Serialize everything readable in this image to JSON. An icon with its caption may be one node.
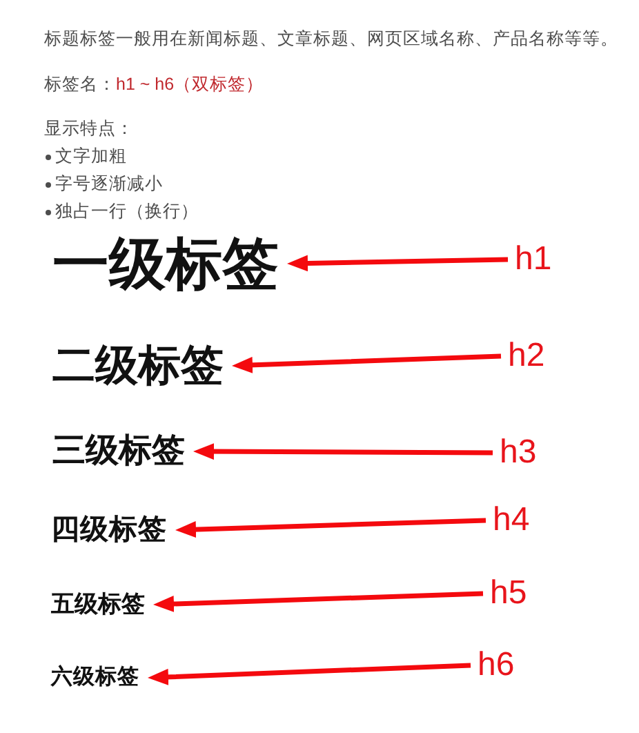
{
  "diagram": {
    "nodes": [
      {
        "text": [
          "一级标签"
        ]
      },
      {
        "text": [
          "h1"
        ]
      },
      {
        "text": [
          "二级标签"
        ]
      },
      {
        "text": [
          "h2"
        ]
      },
      {
        "text": [
          "三级标签"
        ]
      },
      {
        "text": [
          "h3"
        ]
      },
      {
        "text": [
          "四级标签"
        ]
      },
      {
        "text": [
          "h4"
        ]
      },
      {
        "text": [
          "五级标签"
        ]
      },
      {
        "text": [
          "h5"
        ]
      },
      {
        "text": [
          "六级标签"
        ]
      },
      {
        "text": [
          "h6"
        ]
      }
    ],
    "edges": [
      {
        "from": 1,
        "to": 0,
        "arrow": "to"
      },
      {
        "from": 3,
        "to": 2,
        "arrow": "to"
      },
      {
        "from": 5,
        "to": 4,
        "arrow": "to"
      },
      {
        "from": 7,
        "to": 6,
        "arrow": "to"
      },
      {
        "from": 9,
        "to": 8,
        "arrow": "to"
      },
      {
        "from": 11,
        "to": 10,
        "arrow": "to"
      }
    ],
    "labels": [
      "标题标签一般用在新闻标题、文章标题、网页区域名称、产品名称等等。",
      "标签名：",
      "h1 ~ h6（双标签）",
      "显示特点：",
      "文字加粗",
      "字号逐渐减小",
      "独占一行（换行）"
    ]
  }
}
